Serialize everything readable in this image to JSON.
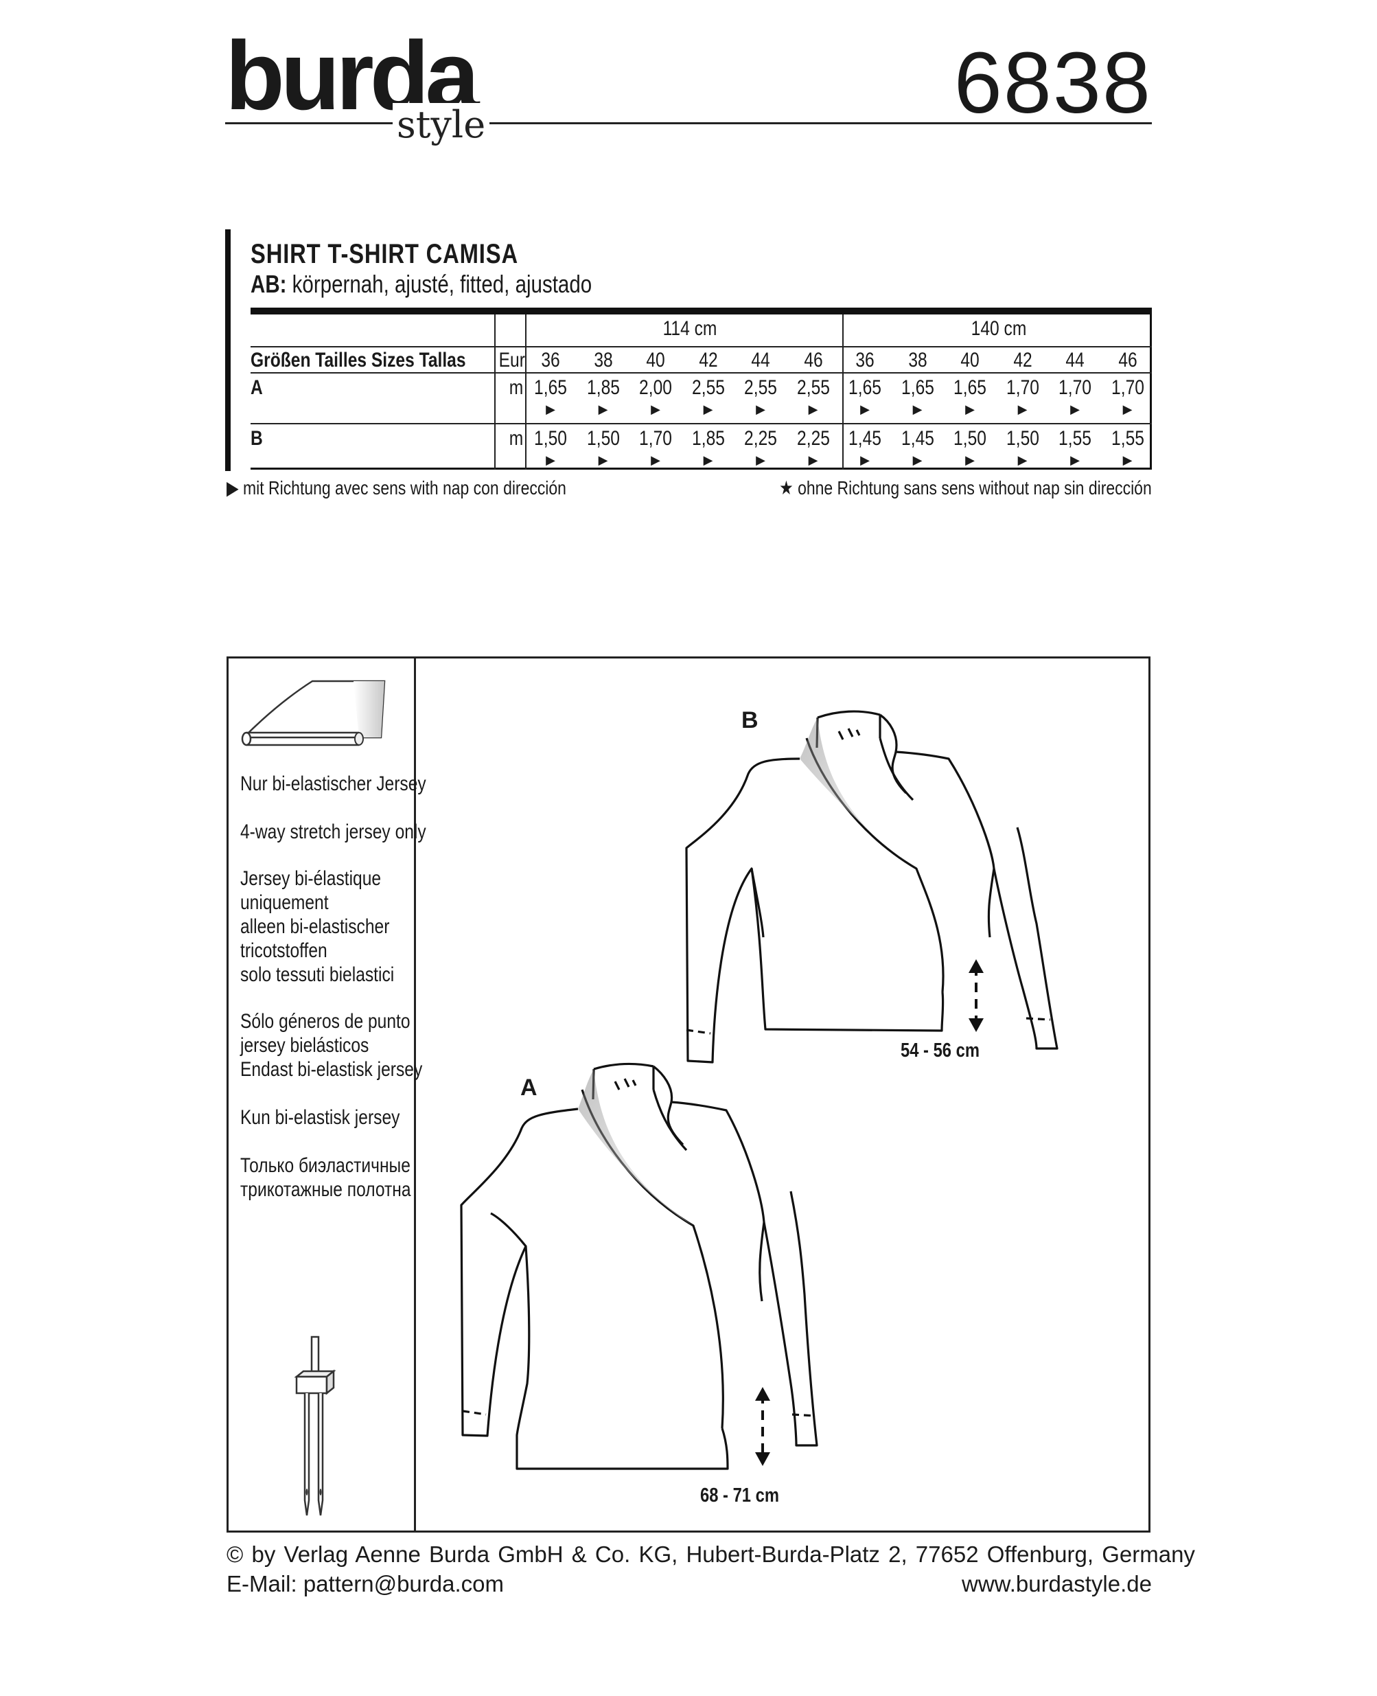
{
  "header": {
    "brand": "burda",
    "brand_sub": "style",
    "pattern_number": "6838"
  },
  "garment": {
    "title": "SHIRT  T-SHIRT  CAMISA",
    "views_label": "AB:",
    "fit": " körpernah, ajusté, fitted, ajustado"
  },
  "table": {
    "widths": [
      "114 cm",
      "140 cm"
    ],
    "size_label": "Größen  Tailles  Sizes  Tallas",
    "eur_label": "Eur",
    "sizes": [
      "36",
      "38",
      "40",
      "42",
      "44",
      "46",
      "36",
      "38",
      "40",
      "42",
      "44",
      "46"
    ],
    "rows": [
      {
        "view": "A",
        "unit": "m",
        "values": [
          "1,65",
          "1,85",
          "2,00",
          "2,55",
          "2,55",
          "2,55",
          "1,65",
          "1,65",
          "1,65",
          "1,70",
          "1,70",
          "1,70"
        ]
      },
      {
        "view": "B",
        "unit": "m",
        "values": [
          "1,50",
          "1,50",
          "1,70",
          "1,85",
          "2,25",
          "2,25",
          "1,45",
          "1,45",
          "1,50",
          "1,50",
          "1,55",
          "1,55"
        ]
      }
    ],
    "nap_symbol": "▶"
  },
  "legend": {
    "with_nap": "▶  mit Richtung   avec sens   with nap   con dirección",
    "without_nap": "★  ohne Richtung   sans sens   without nap   sin dirección"
  },
  "fabric_notes": [
    [
      "Nur bi-elastischer Jersey"
    ],
    [
      "4-way stretch jersey only"
    ],
    [
      "Jersey bi-élastique",
      "uniquement"
    ],
    [
      "alleen bi-elastischer",
      "tricotstoffen"
    ],
    [
      "solo tessuti bielastici"
    ],
    [
      "Sólo géneros de punto",
      "jersey bielásticos"
    ],
    [
      "Endast bi-elastisk jersey"
    ],
    [
      "Kun bi-elastisk jersey"
    ],
    [
      "Только биэластичные",
      "трикотажные полотна"
    ]
  ],
  "views": [
    {
      "label": "B",
      "length": "54 - 56 cm"
    },
    {
      "label": "A",
      "length": "68 - 71 cm"
    }
  ],
  "footer": {
    "copyright": "© by Verlag Aenne Burda GmbH & Co. KG, Hubert-Burda-Platz 2, 77652 Offenburg, Germany",
    "email": "E-Mail: pattern@burda.com",
    "website": "www.burdastyle.de"
  }
}
